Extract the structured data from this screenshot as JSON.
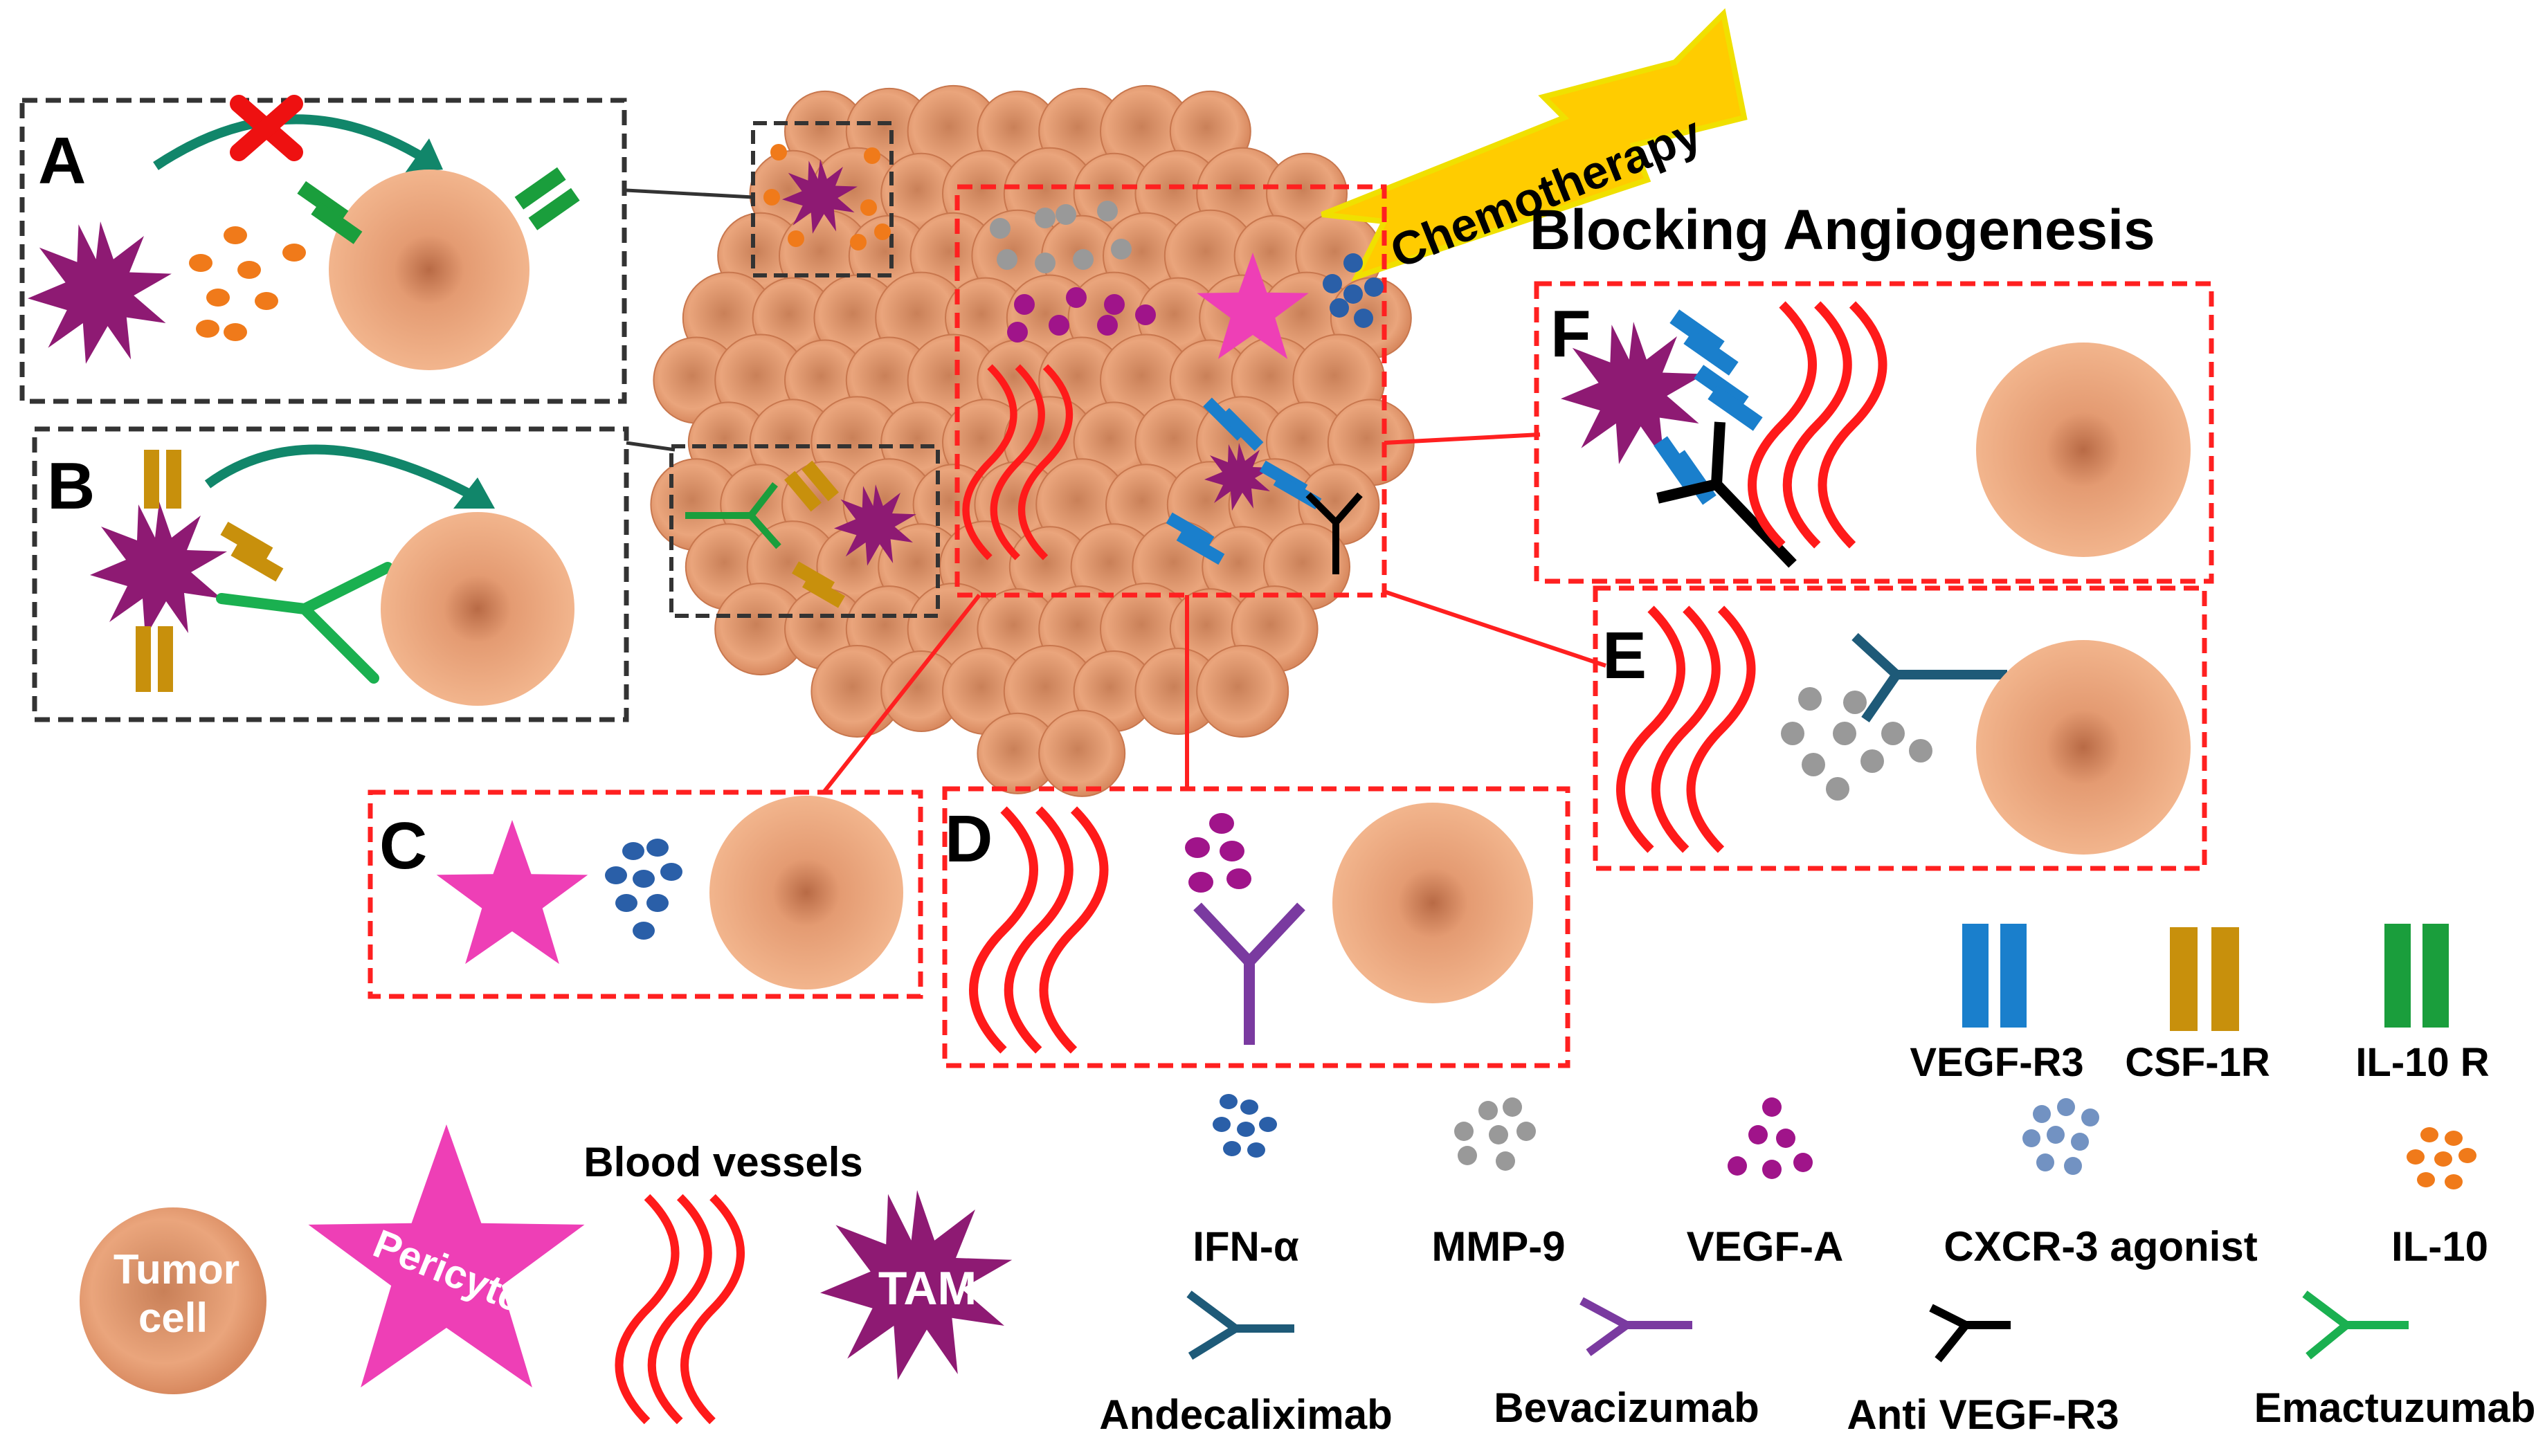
{
  "panels": {
    "a": "A",
    "b": "B",
    "c": "C",
    "d": "D",
    "e": "E",
    "f": "F"
  },
  "headings": {
    "chemotherapy": "Chemotherapy",
    "blocking": "Blocking Angiogenesis"
  },
  "legend": {
    "receptors": {
      "vegf_r3": "VEGF-R3",
      "csf_1r": "CSF-1R",
      "il_10_r": "IL-10 R"
    },
    "molecules": {
      "ifn_alpha": "IFN-α",
      "mmp_9": "MMP-9",
      "vegf_a": "VEGF-A",
      "cxcr3": "CXCR-3 agonist",
      "il_10": "IL-10"
    },
    "cells": {
      "tumor_cell_line1": "Tumor",
      "tumor_cell_line2": "cell",
      "pericyte": "Pericyte",
      "blood_vessels": "Blood vessels",
      "tam": "TAM"
    },
    "antibodies": {
      "andecaliximab": "Andecaliximab",
      "bevacizumab": "Bevacizumab",
      "anti_vegf_r3": "Anti VEGF-R3",
      "emactuzumab": "Emactuzumab"
    }
  },
  "colors": {
    "tumor": "#e8a075",
    "tumor_dark": "#b8663e",
    "tam": "#8e1a73",
    "pericyte": "#ee3fb6",
    "vessel": "#ff1a1a",
    "vegf_r3": "#1a7fcc",
    "csf_1r": "#c8900c",
    "il_10_r": "#1a9e3c",
    "ifn": "#2a5fa8",
    "mmp9": "#999999",
    "vegf_a": "#a0148a",
    "il10": "#f07a1a",
    "andecaliximab": "#1e5a78",
    "bevacizumab": "#7a3aa0",
    "anti_vegf_r3": "#000000",
    "emactuzumab": "#1ab050",
    "chemo_bolt": "#ffcc00",
    "dashed_red": "#ff2020",
    "dashed_black": "#333333"
  }
}
